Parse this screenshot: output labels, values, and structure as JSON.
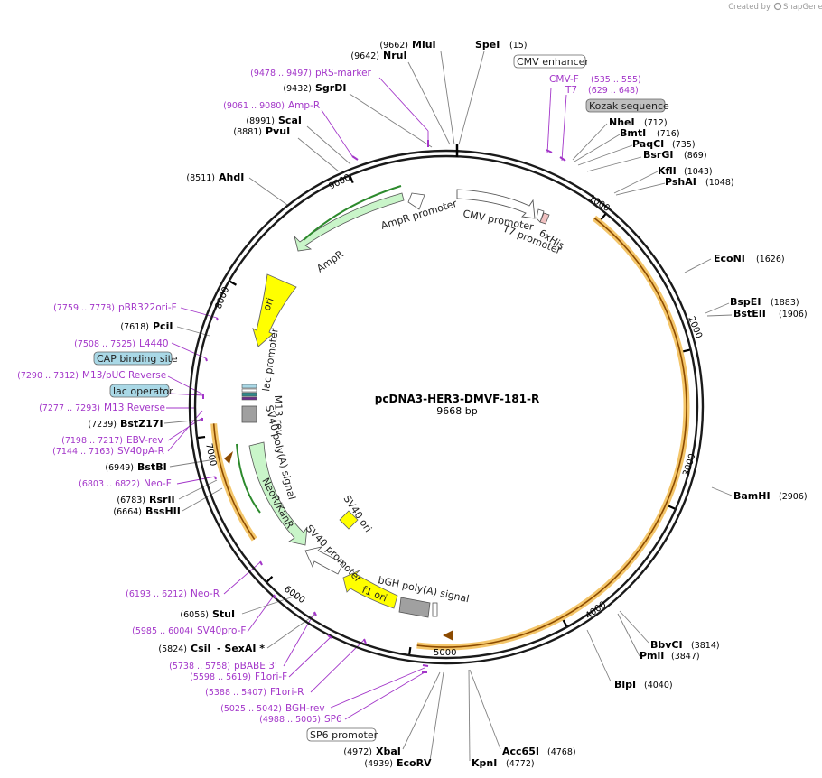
{
  "brand": {
    "prefix": "Created by",
    "name": "SnapGene"
  },
  "plasmid": {
    "name": "pcDNA3-HER3-DMVF-181-R",
    "length_label": "9668 bp"
  },
  "ticks": [
    "1000",
    "2000",
    "3000",
    "4000",
    "5000",
    "6000",
    "7000",
    "8000",
    "9000"
  ],
  "sites": [
    {
      "name": "MluI",
      "pos": "(9662)"
    },
    {
      "name": "SpeI",
      "pos": "(15)"
    },
    {
      "name": "NruI",
      "pos": "(9642)"
    },
    {
      "name": "SgrDI",
      "pos": "(9432)"
    },
    {
      "name": "ScaI",
      "pos": "(8991)"
    },
    {
      "name": "PvuI",
      "pos": "(8881)"
    },
    {
      "name": "AhdI",
      "pos": "(8511)"
    },
    {
      "name": "NheI",
      "pos": "(712)"
    },
    {
      "name": "BmtI",
      "pos": "(716)"
    },
    {
      "name": "PaqCI",
      "pos": "(735)"
    },
    {
      "name": "BsrGI",
      "pos": "(869)"
    },
    {
      "name": "KflI",
      "pos": "(1043)"
    },
    {
      "name": "PshAI",
      "pos": "(1048)"
    },
    {
      "name": "EcoNI",
      "pos": "(1626)"
    },
    {
      "name": "BspEI",
      "pos": "(1883)"
    },
    {
      "name": "BstEII",
      "pos": "(1906)"
    },
    {
      "name": "BamHI",
      "pos": "(2906)"
    },
    {
      "name": "BbvCI",
      "pos": "(3814)"
    },
    {
      "name": "PmlI",
      "pos": "(3847)"
    },
    {
      "name": "BlpI",
      "pos": "(4040)"
    },
    {
      "name": "Acc65I",
      "pos": "(4768)"
    },
    {
      "name": "KpnI",
      "pos": "(4772)"
    },
    {
      "name": "XbaI",
      "pos": "(4972)"
    },
    {
      "name": "EcoRV",
      "pos": "(4939)"
    },
    {
      "name": "CsiI",
      "pos": "(5824)",
      "extra": "- SexAI *"
    },
    {
      "name": "StuI",
      "pos": "(6056)"
    },
    {
      "name": "BssHII",
      "pos": "(6664)"
    },
    {
      "name": "RsrII",
      "pos": "(6783)"
    },
    {
      "name": "BstBI",
      "pos": "(6949)"
    },
    {
      "name": "BstZ17I",
      "pos": "(7239)"
    },
    {
      "name": "PciI",
      "pos": "(7618)"
    }
  ],
  "primers": [
    {
      "name": "pRS-marker",
      "range": "(9478 .. 9497)"
    },
    {
      "name": "Amp-R",
      "range": "(9061 .. 9080)"
    },
    {
      "name": "CMV-F",
      "range": "(535 .. 555)"
    },
    {
      "name": "T7",
      "range": "(629 .. 648)"
    },
    {
      "name": "pBR322ori-F",
      "range": "(7759 .. 7778)"
    },
    {
      "name": "L4440",
      "range": "(7508 .. 7525)"
    },
    {
      "name": "M13/pUC Reverse",
      "range": "(7290 .. 7312)"
    },
    {
      "name": "M13 Reverse",
      "range": "(7277 .. 7293)"
    },
    {
      "name": "EBV-rev",
      "range": "(7198 .. 7217)"
    },
    {
      "name": "SV40pA-R",
      "range": "(7144 .. 7163)"
    },
    {
      "name": "Neo-F",
      "range": "(6803 .. 6822)"
    },
    {
      "name": "Neo-R",
      "range": "(6193 .. 6212)"
    },
    {
      "name": "SV40pro-F",
      "range": "(5985 .. 6004)"
    },
    {
      "name": "pBABE 3'",
      "range": "(5738 .. 5758)"
    },
    {
      "name": "F1ori-F",
      "range": "(5598 .. 5619)"
    },
    {
      "name": "F1ori-R",
      "range": "(5388 .. 5407)"
    },
    {
      "name": "BGH-rev",
      "range": "(5025 .. 5042)"
    },
    {
      "name": "SP6",
      "range": "(4988 .. 5005)"
    }
  ],
  "boxed_labels": [
    {
      "name": "CMV enhancer",
      "color": "#ffffff"
    },
    {
      "name": "Kozak sequence",
      "color": "#bfbfbf"
    },
    {
      "name": "CAP binding site",
      "color": "#a9d8e6"
    },
    {
      "name": "lac operator",
      "color": "#a9d8e6"
    },
    {
      "name": "SP6 promoter",
      "color": "#ffffff"
    }
  ],
  "features": {
    "ampr_promoter": "AmpR promoter",
    "ampr": "AmpR",
    "cmv_promoter": "CMV promoter",
    "t7_promoter": "T7 promoter",
    "his": "6xHis",
    "ori": "ori",
    "lac_promoter": "lac promoter",
    "m13_rev": "M13 rev",
    "sv40_polya": "SV40 poly(A) signal",
    "neor": "NeoR/KanR",
    "sv40_ori": "SV40 ori",
    "sv40_promoter": "SV40 promoter",
    "f1_ori": "f1 ori",
    "bgh": "bGH poly(A) signal"
  },
  "colors": {
    "backbone": "#1a1a1a",
    "primer": "#a336c9",
    "insert": "#f4c66a",
    "ampr": "#c9f5c9",
    "ori": "#ffff00",
    "grey": "#a0a0a0"
  }
}
